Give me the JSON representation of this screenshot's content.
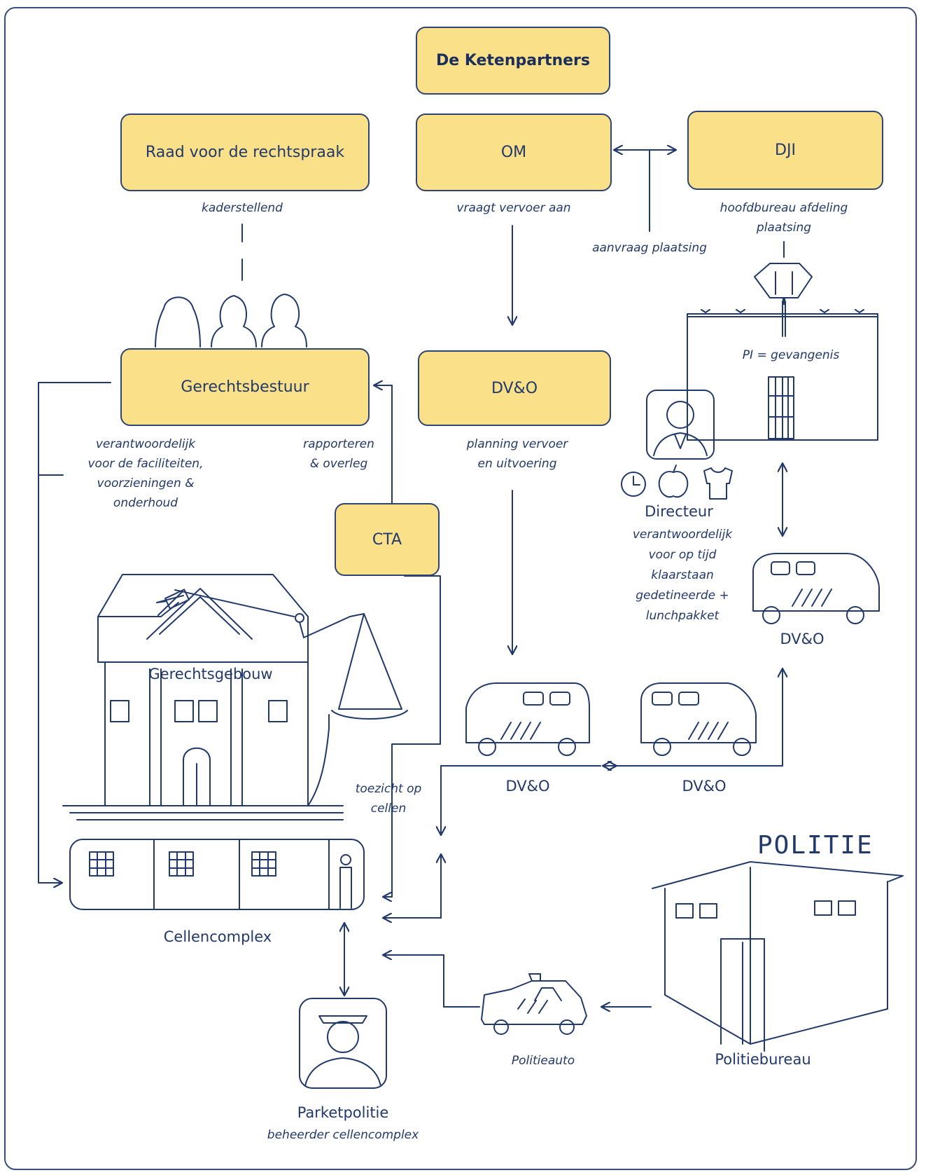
{
  "title": "De Ketenpartners",
  "boxes": {
    "raad": "Raad voor de rechtspraak",
    "om": "OM",
    "dji": "DJI",
    "gerechtsbestuur": "Gerechtsbestuur",
    "dvo": "DV&O",
    "cta": "CTA"
  },
  "annotations": {
    "kaderstellend": "kaderstellend",
    "vraagt_vervoer": "vraagt vervoer aan",
    "aanvraag_plaatsing": "aanvraag plaatsing",
    "hoofdbureau": [
      "hoofdbureau afdeling",
      "plaatsing"
    ],
    "pi": "PI = gevangenis",
    "verantwoordelijk_faciliteiten": [
      "verantwoordelijk",
      "voor de faciliteiten,",
      "voorzieningen &",
      "onderhoud"
    ],
    "rapporteren": [
      "rapporteren",
      "& overleg"
    ],
    "planning": [
      "planning vervoer",
      "en uitvoering"
    ],
    "directeur_taak": [
      "verantwoordelijk",
      "voor op tijd",
      "klaarstaan",
      "gedetineerde +",
      "lunchpakket"
    ],
    "toezicht": [
      "toezicht op",
      "cellen"
    ],
    "parketpolitie_taak": "beheerder cellencomplex",
    "politieauto": "Politieauto"
  },
  "labels": {
    "directeur": "Directeur",
    "dvo_right": "DV&O",
    "gerechtsgebouw": "Gerechtsgebouw",
    "dvo_van1": "DV&O",
    "dvo_van2": "DV&O",
    "cellencomplex": "Cellencomplex",
    "politiebureau": "Politiebureau",
    "parketpolitie": "Parketpolitie",
    "politie_sign": "POLITIE"
  },
  "colors": {
    "box_fill": "#fbe08a",
    "ink": "#22396b"
  }
}
